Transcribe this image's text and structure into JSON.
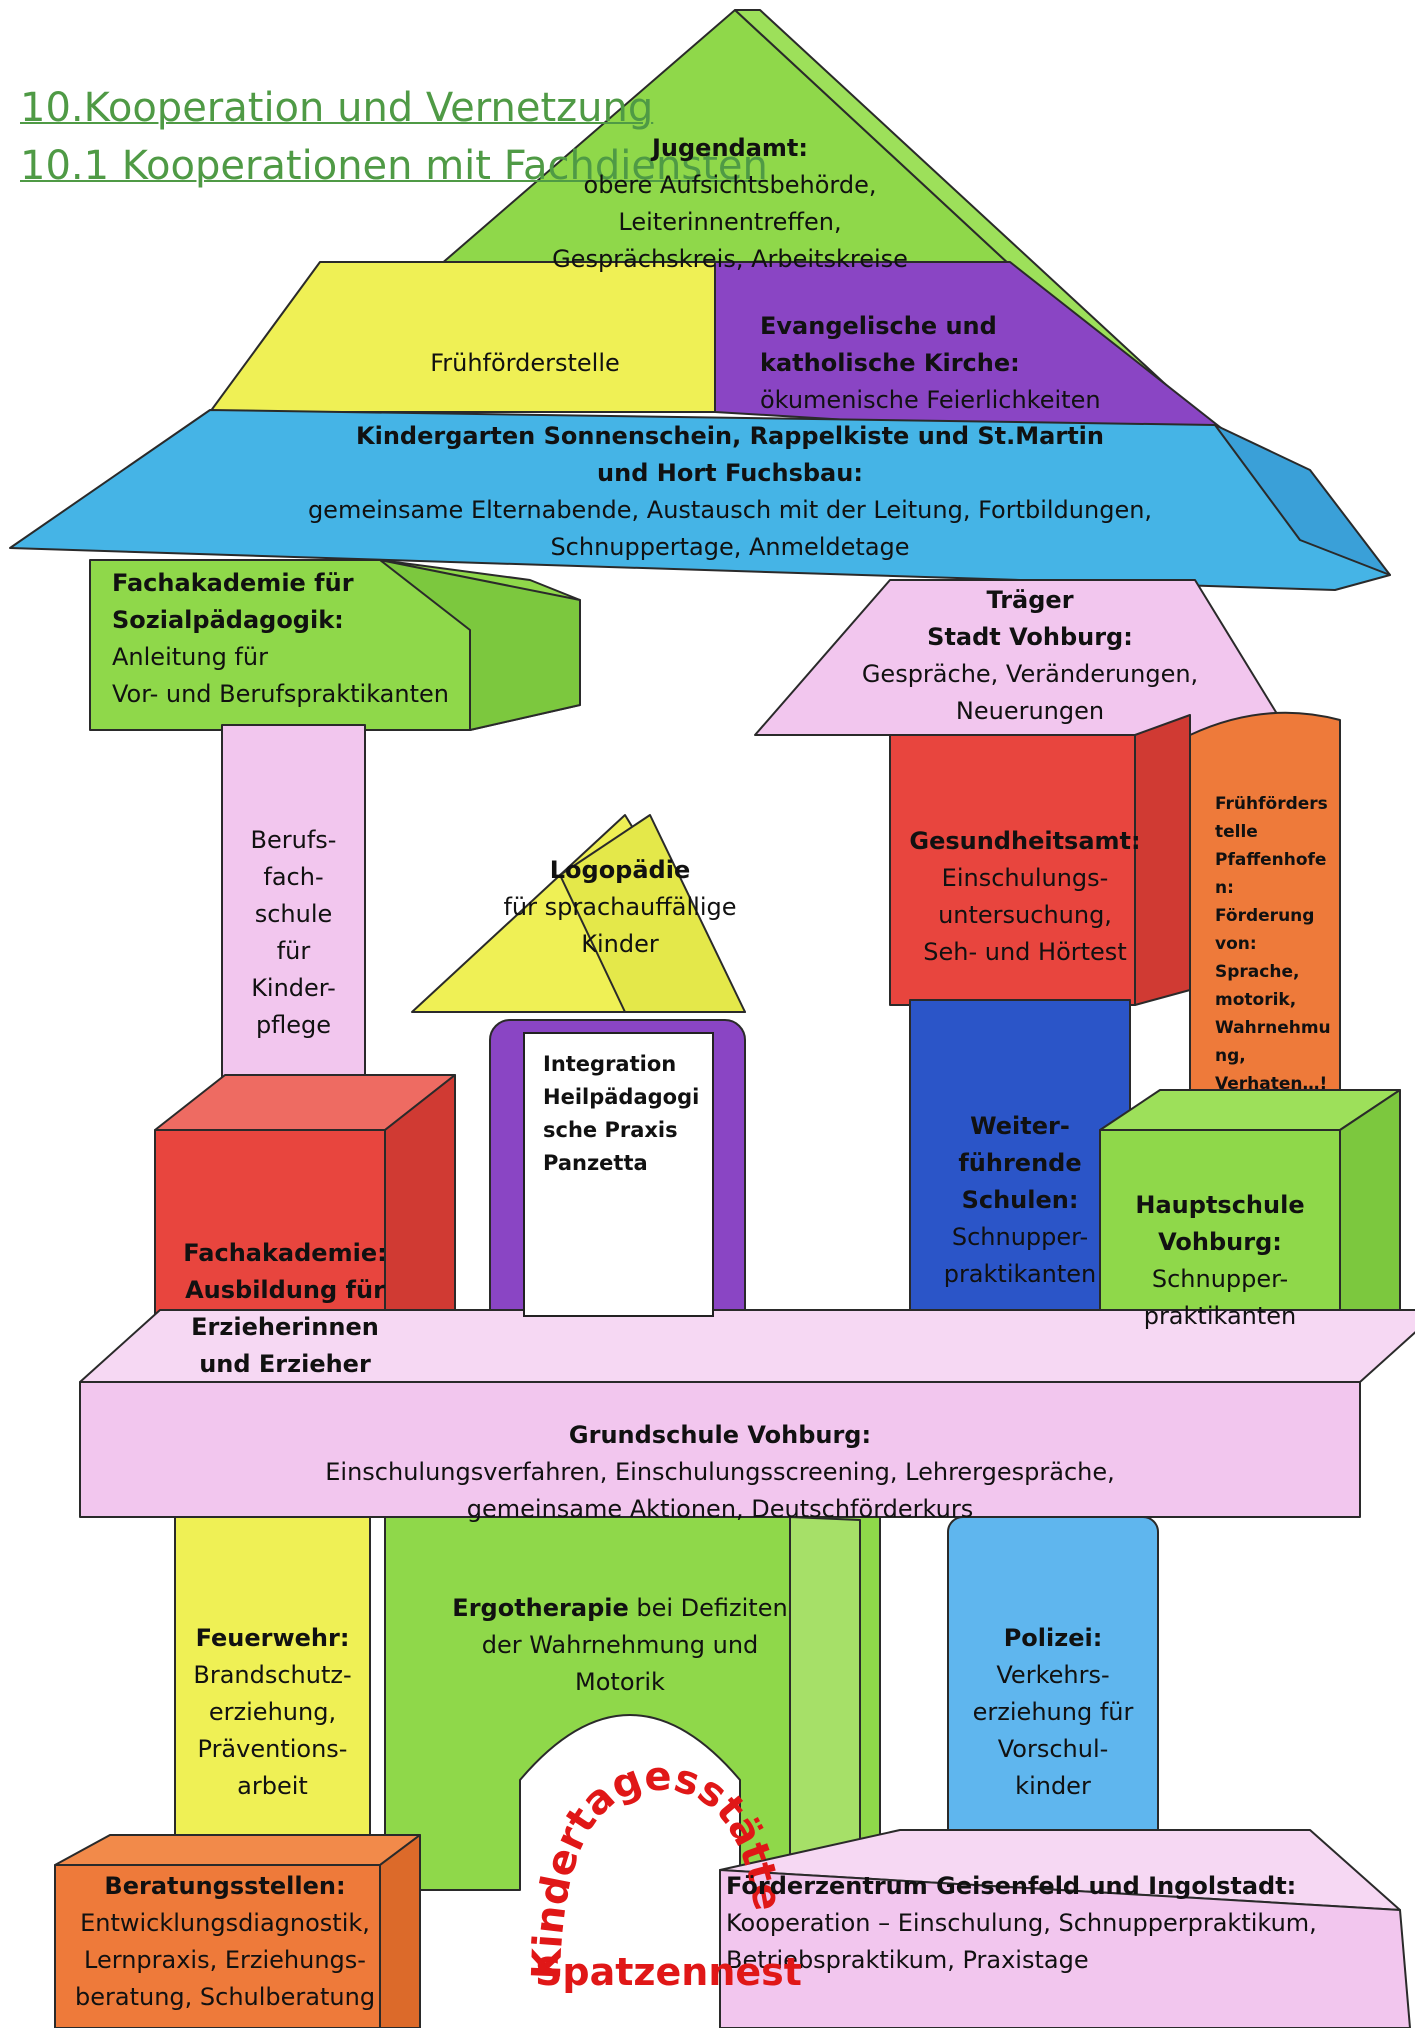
{
  "heading": {
    "line1": "10.Kooperation und Vernetzung",
    "line2": "10.1 Kooperationen mit Fachdiensten"
  },
  "blocks": {
    "jugendamt": {
      "title": "Jugendamt:",
      "lines": [
        "obere Aufsichtsbehörde,",
        "Leiterinnentreffen,",
        "Gesprächskreis, Arbeitskreise"
      ]
    },
    "fruehfoerderstelle": {
      "text": "Frühförderstelle"
    },
    "kirche": {
      "title1": "Evangelische und",
      "title2": "katholische Kirche:",
      "text": "ökumenische Feierlichkeiten"
    },
    "kindergarten": {
      "title1": "Kindergarten Sonnenschein, Rappelkiste und St.Martin",
      "title2": "und Hort Fuchsbau:",
      "lines": [
        "gemeinsame Elternabende, Austausch mit der Leitung, Fortbildungen,",
        "Schnuppertage, Anmeldetage"
      ]
    },
    "fachakademie_sozial": {
      "title1": "Fachakademie für",
      "title2": "Sozialpädagogik:",
      "lines": [
        "Anleitung für",
        "Vor- und Berufspraktikanten"
      ]
    },
    "traeger": {
      "title1": "Träger",
      "title2": "Stadt Vohburg:",
      "lines": [
        "Gespräche, Veränderungen,",
        "Neuerungen"
      ]
    },
    "berufsfachschule": {
      "lines": [
        "Berufs-",
        "fach-",
        "schule",
        "für",
        "Kinder-",
        "pflege"
      ]
    },
    "logopaedie": {
      "title": "Logopädie",
      "lines": [
        "für sprachauffällige",
        "Kinder"
      ]
    },
    "gesundheitsamt": {
      "title": "Gesundheitsamt:",
      "lines": [
        "Einschulungs-",
        "untersuchung,",
        "Seh- und Hörtest"
      ]
    },
    "fruehfoerderstelle_pfaffenhofen": {
      "lines": [
        "Frühförders",
        "telle",
        "Pfaffenhofe",
        "n:",
        "Förderung",
        "von:",
        "Sprache,",
        "motorik,",
        "Wahrnehmu",
        "ng,",
        "Verhaten…!"
      ]
    },
    "integration": {
      "lines": [
        "Integration",
        "Heilpädagogi",
        "sche Praxis",
        "Panzetta"
      ]
    },
    "weiterfuehrende": {
      "title_lines": [
        "Weiter-",
        "führende",
        "Schulen:"
      ],
      "lines": [
        "Schnupper-",
        "praktikanten"
      ]
    },
    "hauptschule": {
      "title_lines": [
        "Hauptschule",
        "Vohburg:"
      ],
      "lines": [
        "Schnupper-",
        "praktikanten"
      ]
    },
    "fachakademie": {
      "title_lines": [
        "Fachakademie:",
        "Ausbildung für",
        "Erzieherinnen",
        "und Erzieher"
      ]
    },
    "grundschule": {
      "title": "Grundschule Vohburg:",
      "lines": [
        "Einschulungsverfahren, Einschulungsscreening, Lehrergespräche,",
        "gemeinsame Aktionen, Deutschförderkurs"
      ]
    },
    "feuerwehr": {
      "title": "Feuerwehr:",
      "lines": [
        "Brandschutz-",
        "erziehung,",
        "Präventions-",
        "arbeit"
      ]
    },
    "ergotherapie": {
      "title": "Ergotherapie",
      "text1": " bei Defiziten",
      "lines": [
        "der Wahrnehmung und",
        "Motorik"
      ]
    },
    "polizei": {
      "title": "Polizei:",
      "lines": [
        "Verkehrs-",
        "erziehung für",
        "Vorschul-",
        "kinder"
      ]
    },
    "beratungsstellen": {
      "title": "Beratungsstellen:",
      "lines": [
        "Entwicklungsdiagnostik,",
        "Lernpraxis, Erziehungs-",
        "beratung, Schulberatung"
      ]
    },
    "foerderzentrum": {
      "title": "Förderzentrum Geisenfeld und Ingolstadt:",
      "lines": [
        "Kooperation – Einschulung, Schnupperpraktikum,",
        "Betriebspraktikum, Praxistage"
      ]
    }
  },
  "logo": {
    "arc": "Kindertagesstätte",
    "name": "Spatzennest"
  },
  "colors": {
    "green": "#8fd84a",
    "yellow": "#eff055",
    "purple": "#8a45c4",
    "blue": "#45b4e6",
    "pink": "#f2c6ee",
    "red": "#e8453e",
    "darkblue": "#2b55c8",
    "orange": "#ee7a3a",
    "lightblue": "#5fb6ee",
    "heading": "#4f9a45",
    "logo": "#e01717"
  }
}
